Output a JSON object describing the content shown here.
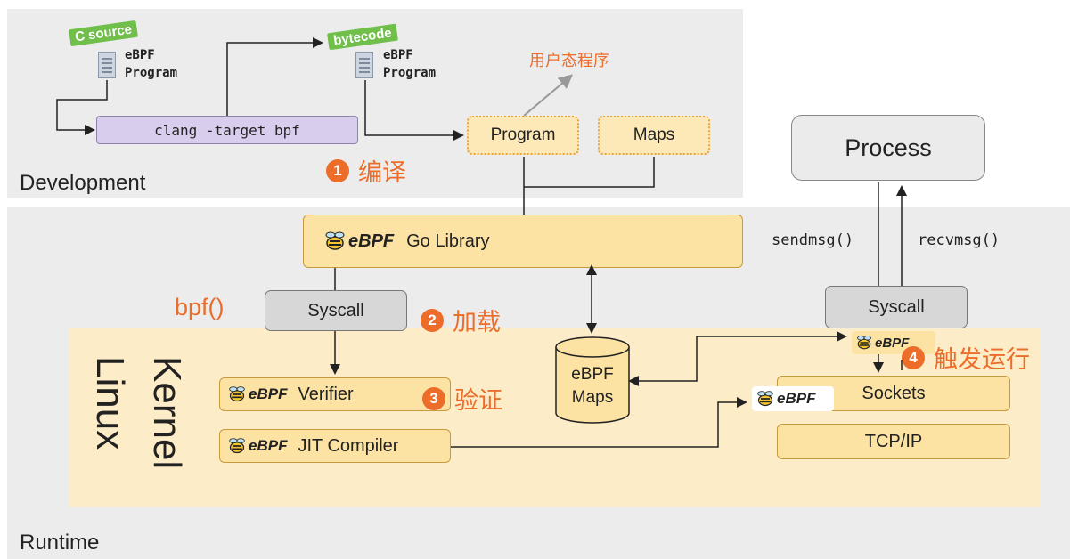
{
  "zones": {
    "development": "Development",
    "runtime": "Runtime",
    "kernel_line1": "Linux",
    "kernel_line2": "Kernel"
  },
  "development": {
    "c_source_tag": "C source",
    "bytecode_tag": "bytecode",
    "source_doc": "eBPF\nProgram",
    "bytecode_doc": "eBPF\nProgram",
    "compiler_command": "clang -target bpf",
    "userspace_label": "用户态程序",
    "program_box": "Program",
    "maps_box": "Maps"
  },
  "runtime": {
    "go_library": "Go Library",
    "bpf_call": "bpf()",
    "syscall_left": "Syscall",
    "syscall_right": "Syscall",
    "verifier": "Verifier",
    "jit_compiler": "JIT Compiler",
    "ebpf_maps_line1": "eBPF",
    "ebpf_maps_line2": "Maps",
    "process": "Process",
    "sendmsg": "sendmsg()",
    "recvmsg": "recvmsg()",
    "sockets": "Sockets",
    "tcpip": "TCP/IP",
    "logo_text": "eBPF"
  },
  "steps": [
    {
      "number": "1",
      "label": "编译"
    },
    {
      "number": "2",
      "label": "加载"
    },
    {
      "number": "3",
      "label": "验证"
    },
    {
      "number": "4",
      "label": "触发运行"
    }
  ],
  "colors": {
    "accent_orange": "#ec6d2a",
    "kernel_zone": "#fcecc8",
    "gray_zone": "#ececec",
    "yellow_box": "#fde3a3",
    "compiler_box": "#d9cdee",
    "tag_green": "#6fbf4a"
  },
  "icons": [
    "document-icon",
    "ebpf-bee-icon",
    "arrow-icon"
  ]
}
